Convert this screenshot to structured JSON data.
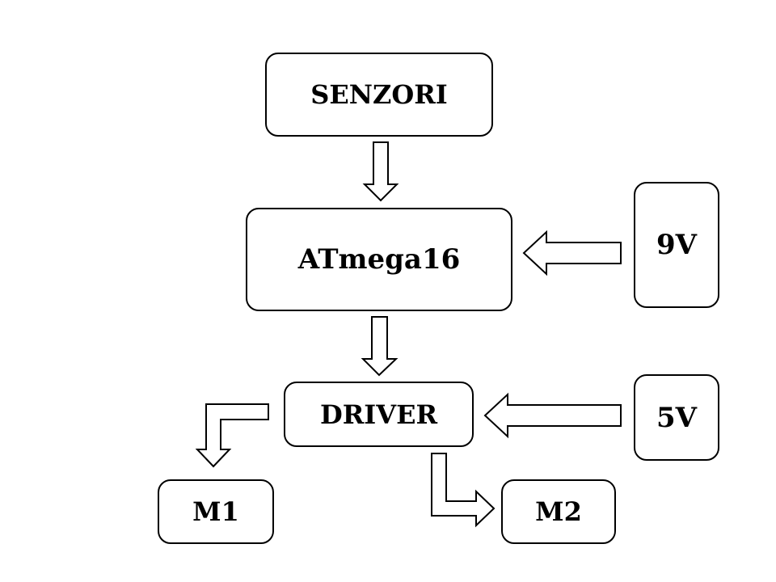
{
  "diagram": {
    "nodes": {
      "senzori": "SENZORI",
      "atmega": "ATmega16",
      "driver": "DRIVER",
      "v9": "9V",
      "v5": "5V",
      "m1": "M1",
      "m2": "M2"
    },
    "edges": [
      {
        "from": "senzori",
        "to": "atmega"
      },
      {
        "from": "v9",
        "to": "atmega"
      },
      {
        "from": "atmega",
        "to": "driver"
      },
      {
        "from": "v5",
        "to": "driver"
      },
      {
        "from": "driver",
        "to": "m1"
      },
      {
        "from": "driver",
        "to": "m2"
      }
    ],
    "colors": {
      "stroke": "#000000",
      "fill": "#ffffff"
    }
  }
}
